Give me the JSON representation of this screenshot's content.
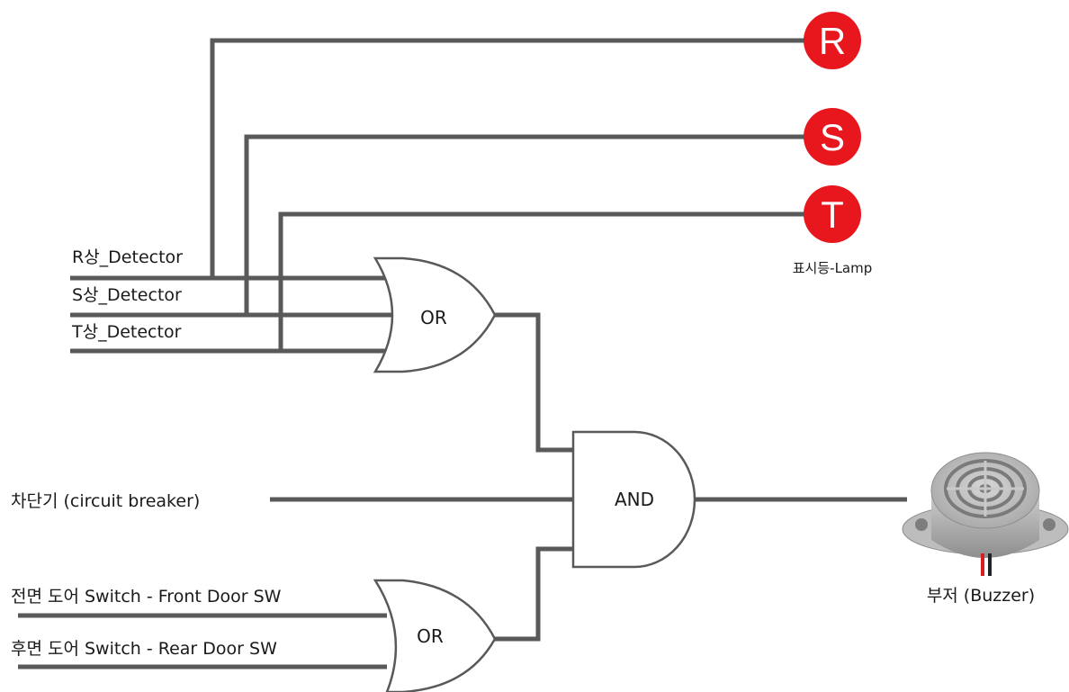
{
  "lamps": {
    "r": {
      "letter": "R",
      "color": "#e8161d"
    },
    "s": {
      "letter": "S",
      "color": "#e8161d"
    },
    "t": {
      "letter": "T",
      "color": "#e8161d"
    },
    "caption": "표시등-Lamp"
  },
  "inputs": {
    "r_detector": "R상_Detector",
    "s_detector": "S상_Detector",
    "t_detector": "T상_Detector",
    "circuit_breaker": "차단기 (circuit breaker)",
    "front_door": "전면 도어 Switch - Front Door SW",
    "rear_door": "후면 도어 Switch - Rear Door SW"
  },
  "gates": {
    "or_top": "OR",
    "and_gate": "AND",
    "or_bottom": "OR"
  },
  "output": {
    "buzzer_caption": "부저 (Buzzer)",
    "icon": "buzzer-icon"
  },
  "colors": {
    "wire": "#595959",
    "lamp": "#e8161d"
  }
}
